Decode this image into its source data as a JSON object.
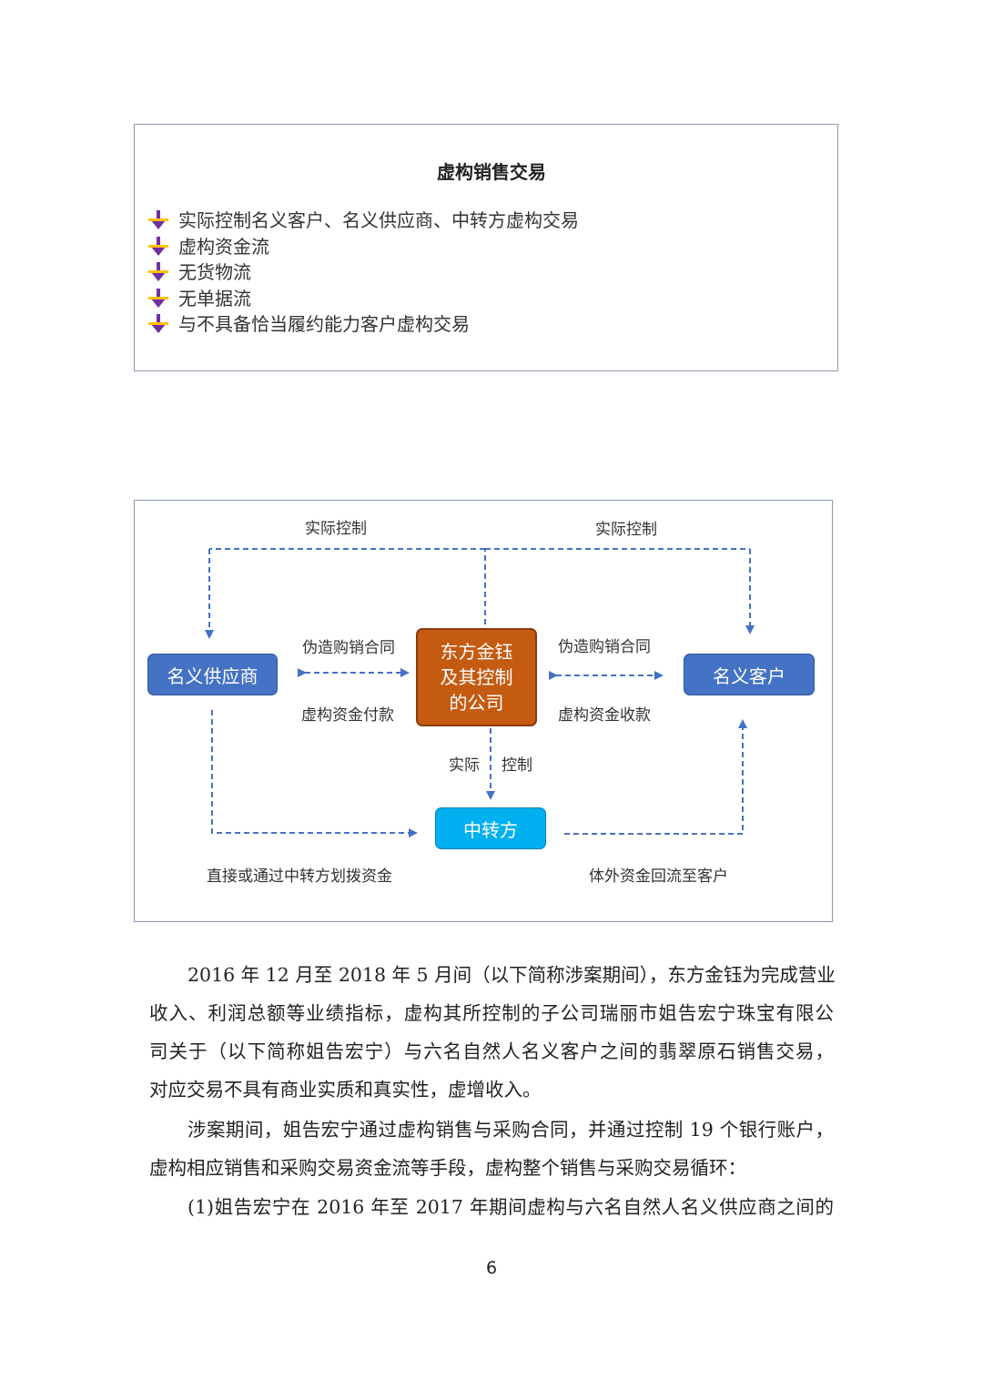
{
  "summary": {
    "title": "虚构销售交易",
    "bullets": [
      "实际控制名义客户、名义供应商、中转方虚构交易",
      "虚构资金流",
      "无货物流",
      "无单据流",
      "与不具备恰当履约能力客户虚构交易"
    ],
    "bullet_icon": "arrow-down-bullet-icon"
  },
  "diagram": {
    "nodes": {
      "center": [
        "东方金钰",
        "及其控制",
        "的公司"
      ],
      "supplier": "名义供应商",
      "customer": "名义客户",
      "transit": "中转方"
    },
    "labels": {
      "control_left": "实际控制",
      "control_right": "实际控制",
      "control_down_left": "实际",
      "control_down_right": "控制",
      "fake_contract_left": "伪造购销合同",
      "fake_contract_right": "伪造购销合同",
      "payment": "虚构资金付款",
      "receipt": "虚构资金收款",
      "transfer": "直接或通过中转方划拨资金",
      "return_flow": "体外资金回流至客户"
    },
    "colors": {
      "line": "#4472c4",
      "center_node": "#c55a11",
      "side_node": "#4472c4",
      "transit_node": "#00b0f0"
    }
  },
  "body": {
    "paragraphs": [
      [
        "2016 年 12 月至 2018 年 5 月间（以下简称涉案期间），东方金钰为完成营业",
        "收入、利润总额等业绩指标，虚构其所控制的子公司瑞丽市姐告宏宁珠宝有限公",
        "司关于（以下简称姐告宏宁）与六名自然人名义客户之间的翡翠原石销售交易，",
        "对应交易不具有商业实质和真实性，虚增收入。"
      ],
      [
        "涉案期间，姐告宏宁通过虚构销售与采购合同，并通过控制 19 个银行账户，",
        "虚构相应销售和采购交易资金流等手段，虚构整个销售与采购交易循环："
      ],
      [
        "(1)姐告宏宁在 2016 年至 2017 年期间虚构与六名自然人名义供应商之间的"
      ]
    ]
  },
  "page_number": "6"
}
